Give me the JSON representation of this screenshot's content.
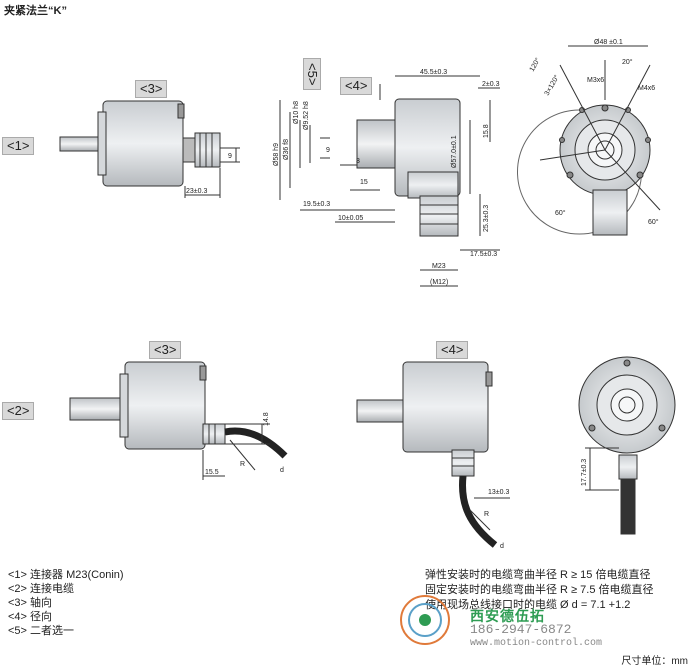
{
  "title": "夹紧法兰“K”",
  "tags": {
    "t1": "<1>",
    "t2": "<2>",
    "t3a": "<3>",
    "t3b": "<3>",
    "t4a": "<4>",
    "t4b": "<4>",
    "t5": "<5>"
  },
  "dims": {
    "d9": "9",
    "d23": "23±0.3",
    "d58": "Ø58 h9",
    "d36": "Ø36 f8",
    "d10": "Ø10 h8",
    "d952": "Ø9.52 h8",
    "d9b": "9",
    "d3": "3",
    "d15": "15",
    "d195": "19.5±0.3",
    "d10b": "10±0.05",
    "d455": "45.5±0.3",
    "d2": "2±0.3",
    "d158": "15.8",
    "d57": "Ø57.0±0.1",
    "d253": "25.3±0.3",
    "d175": "17.5±0.3",
    "dM23": "M23",
    "dM12": "(M12)",
    "d48": "Ø48 ±0.1",
    "a120": "120°",
    "a3x120": "3×120°",
    "a20": "20°",
    "m3": "M3x6",
    "m4": "M4x6",
    "a60a": "60°",
    "a60b": "60°",
    "d148": "14.8",
    "dR": "R",
    "dd": "d",
    "d155": "15.5",
    "d13": "13±0.3",
    "dR2": "R",
    "dd2": "d",
    "d177": "17.7±0.3"
  },
  "legend": [
    "<1> 连接器 M23(Conin)",
    "<2> 连接电缆",
    "<3> 轴向",
    "<4> 径向",
    "<5> 二者选一"
  ],
  "notes": [
    "弹性安装时的电缆弯曲半径 R ≥ 15 倍电缆直径",
    "固定安装时的电缆弯曲半径 R ≥ 7.5 倍电缆直径",
    "使用现场总线接口时的电缆 Ø d = 7.1 +1.2"
  ],
  "unit": "尺寸单位：mm",
  "watermark": {
    "brand": "西安德伍拓",
    "phone": "186-2947-6872",
    "url": "www.motion-control.com"
  }
}
